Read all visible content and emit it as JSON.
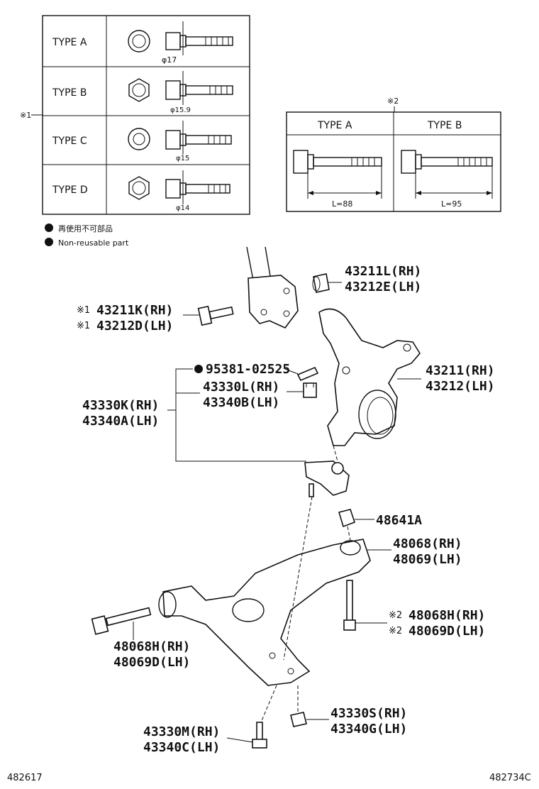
{
  "type_table_1": {
    "mark": "※1",
    "rows": [
      {
        "type": "TYPE A",
        "dim": "φ17"
      },
      {
        "type": "TYPE B",
        "dim": "φ15.9"
      },
      {
        "type": "TYPE C",
        "dim": "φ15"
      },
      {
        "type": "TYPE D",
        "dim": "φ14"
      }
    ]
  },
  "type_table_2": {
    "mark": "※2",
    "cols": [
      {
        "type": "TYPE A",
        "dim": "L=88"
      },
      {
        "type": "TYPE B",
        "dim": "L=95"
      }
    ]
  },
  "legend": {
    "jp": "再使用不可部品",
    "en": "Non-reusable part"
  },
  "parts": {
    "p43211L": {
      "line1": "43211L(RH)",
      "line2": "43212E(LH)"
    },
    "p43211K": {
      "mark": "※1",
      "line1": "43211K(RH)",
      "line2": "43212D(LH)"
    },
    "p95381": {
      "line1": "95381-02525"
    },
    "p43330L": {
      "line1": "43330L(RH)",
      "line2": "43340B(LH)"
    },
    "p43211": {
      "line1": "43211(RH)",
      "line2": "43212(LH)"
    },
    "p43330K": {
      "line1": "43330K(RH)",
      "line2": "43340A(LH)"
    },
    "p48641A": {
      "line1": "48641A"
    },
    "p48068": {
      "line1": "48068(RH)",
      "line2": "48069(LH)"
    },
    "p48068H_r": {
      "mark": "※2",
      "line1": "48068H(RH)",
      "line2": "48069D(LH)"
    },
    "p48068H_l": {
      "line1": "48068H(RH)",
      "line2": "48069D(LH)"
    },
    "p43330S": {
      "line1": "43330S(RH)",
      "line2": "43340G(LH)"
    },
    "p43330M": {
      "line1": "43330M(RH)",
      "line2": "43340C(LH)"
    }
  },
  "footer": {
    "left": "482617",
    "right": "482734C"
  }
}
